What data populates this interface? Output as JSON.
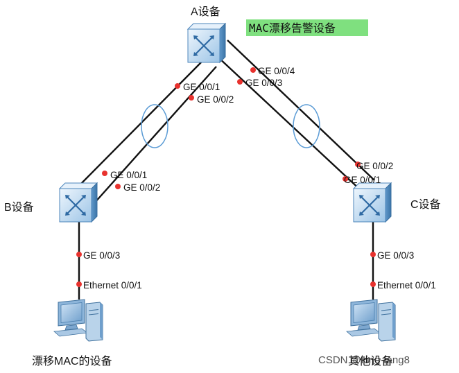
{
  "devices": {
    "a": {
      "label": "A设备"
    },
    "b": {
      "label": "B设备"
    },
    "c": {
      "label": "C设备"
    }
  },
  "alarm_label": "MAC漂移告警设备",
  "ports": {
    "a_b_1": "GE 0/0/1",
    "a_b_2": "GE 0/0/2",
    "a_c_4": "GE 0/0/4",
    "a_c_3": "GE 0/0/3",
    "b_a_1": "GE 0/0/1",
    "b_a_2": "GE 0/0/2",
    "c_a_2": "GE 0/0/2",
    "c_a_1": "GE 0/0/1",
    "b_down": "GE 0/0/3",
    "c_down": "GE 0/0/3",
    "host_left_eth": "Ethernet 0/0/1",
    "host_right_eth": "Ethernet 0/0/1"
  },
  "hosts": {
    "left": {
      "label": "漂移MAC的设备"
    },
    "right": {
      "label": "其他设备"
    }
  },
  "watermark": "CSDN @king-tang8",
  "colors": {
    "switch_light": "#d6e8f7",
    "switch_mid": "#8ab6dd",
    "switch_dark": "#3f7fb8",
    "link": "#111111",
    "port_dot": "#e8322e",
    "agg_oval": "#5a9bd5",
    "alarm_bg": "#7fe07f"
  }
}
